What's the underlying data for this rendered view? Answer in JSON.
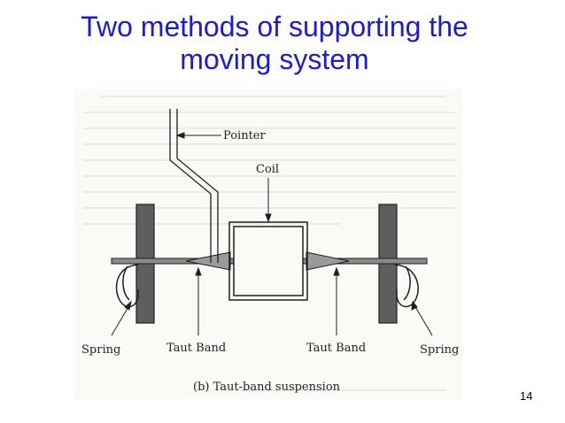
{
  "slide": {
    "title_line1": "Two methods of supporting the",
    "title_line2": "moving system",
    "page_number": "14"
  },
  "diagram": {
    "pointer_label": "Pointer",
    "coil_label": "Coil",
    "spring_left_label": "Spring",
    "taut_band_left_label": "Taut Band",
    "taut_band_right_label": "Taut Band",
    "spring_right_label": "Spring",
    "caption": "(b)  Taut-band suspension"
  },
  "colors": {
    "title": "#1a1ae0",
    "post_fill": "#5e5e5e",
    "ink": "#222222"
  }
}
